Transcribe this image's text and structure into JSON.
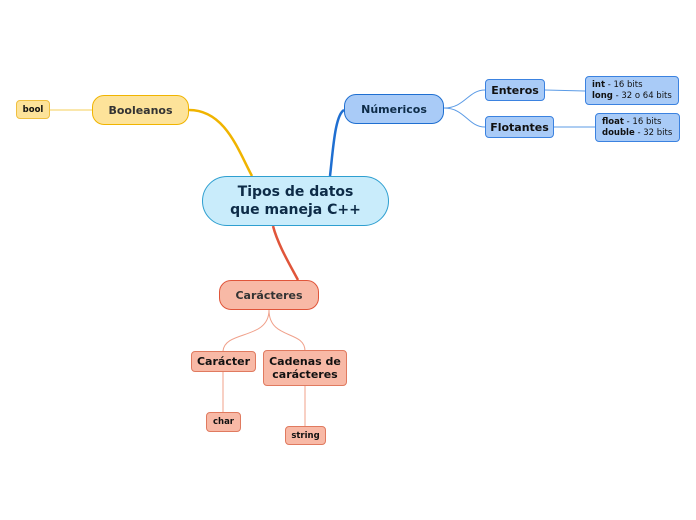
{
  "root": {
    "line1": "Tipos de datos",
    "line2": "que maneja C++"
  },
  "booleanos": {
    "label": "Booleanos",
    "child": "bool"
  },
  "numericos": {
    "label": "Númericos",
    "enteros": {
      "label": "Enteros",
      "int_key": "int",
      "int_val": " - 16 bits",
      "long_key": "long",
      "long_val": " - 32 o 64 bits"
    },
    "flotantes": {
      "label": "Flotantes",
      "float_key": "float",
      "float_val": " - 16 bits",
      "double_key": "double",
      "double_val": " - 32 bits"
    }
  },
  "caracteres": {
    "label": "Carácteres",
    "caracter": {
      "label": "Carácter",
      "child": "char"
    },
    "cadenas": {
      "line1": "Cadenas de",
      "line2": "carácteres",
      "child": "string"
    }
  },
  "colors": {
    "root": "#c9ecfb",
    "booleanos": "#f0b400",
    "numericos": "#1f6fd1",
    "caracteres": "#e0553a"
  }
}
